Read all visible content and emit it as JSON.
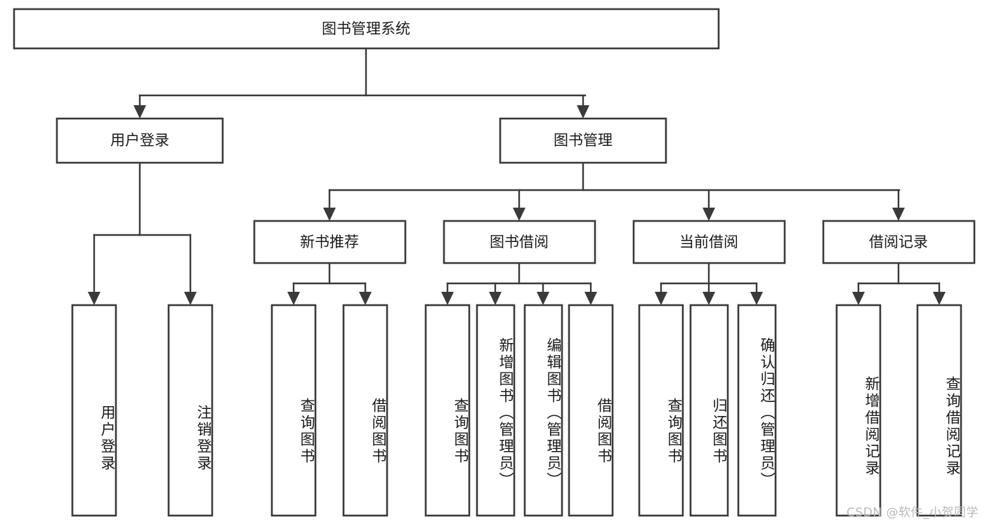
{
  "diagram": {
    "title": "图书管理系统",
    "type": "tree-hierarchy",
    "orientation": "top-down",
    "colors": {
      "stroke": "#3a3a3a",
      "box_fill": "#ffffff",
      "text": "#1a1a1a",
      "watermark": "#b9b9b9",
      "background": "#ffffff"
    },
    "root": {
      "label": "图书管理系统"
    },
    "level2": [
      {
        "id": "user-login",
        "label": "用户登录"
      },
      {
        "id": "book-manage",
        "label": "图书管理"
      }
    ],
    "level3": [
      {
        "id": "new-book-recommend",
        "label": "新书推荐",
        "parent": "book-manage"
      },
      {
        "id": "book-borrow",
        "label": "图书借阅",
        "parent": "book-manage"
      },
      {
        "id": "current-borrow",
        "label": "当前借阅",
        "parent": "book-manage"
      },
      {
        "id": "borrow-record",
        "label": "借阅记录",
        "parent": "book-manage"
      }
    ],
    "leaves": {
      "user-login": [
        {
          "id": "leaf-user-login",
          "label": "用户登录"
        },
        {
          "id": "leaf-user-logout",
          "label": "注销登录"
        }
      ],
      "new-book-recommend": [
        {
          "id": "leaf-query-book-1",
          "label": "查询图书"
        },
        {
          "id": "leaf-borrow-book-1",
          "label": "借阅图书"
        }
      ],
      "book-borrow": [
        {
          "id": "leaf-query-book-2",
          "label": "查询图书"
        },
        {
          "id": "leaf-add-book",
          "label": "新增图书（管理员）"
        },
        {
          "id": "leaf-edit-book",
          "label": "编辑图书（管理员）"
        },
        {
          "id": "leaf-borrow-book-2",
          "label": "借阅图书"
        }
      ],
      "current-borrow": [
        {
          "id": "leaf-query-book-3",
          "label": "查询图书"
        },
        {
          "id": "leaf-return-book",
          "label": "归还图书"
        },
        {
          "id": "leaf-confirm-return",
          "label": "确认归还（管理员）"
        }
      ],
      "borrow-record": [
        {
          "id": "leaf-add-record",
          "label": "新增借阅记录"
        },
        {
          "id": "leaf-query-record",
          "label": "查询借阅记录"
        }
      ]
    }
  },
  "watermark": {
    "text": "CSDN @软件_小贺同学"
  }
}
